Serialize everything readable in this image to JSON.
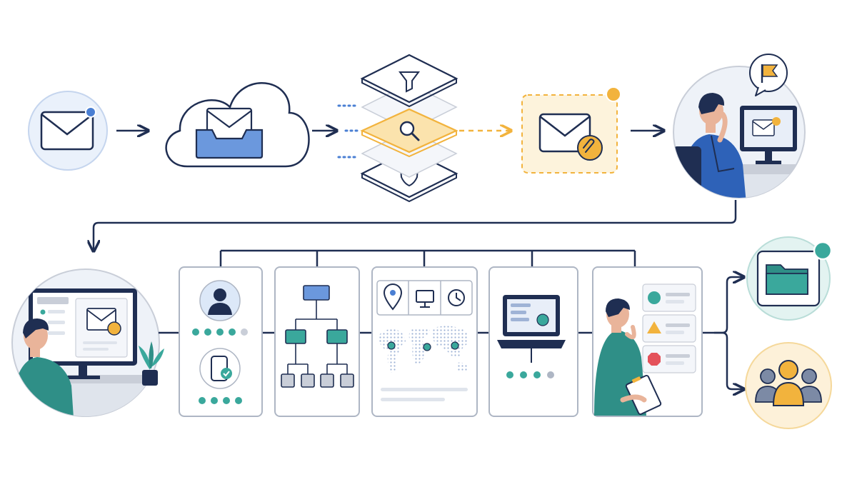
{
  "colors": {
    "navy": "#1f2e52",
    "blue": "#4a7fd3",
    "blue_light": "#dce8f8",
    "amber": "#f2b33d",
    "amber_light": "#fdf1d9",
    "teal": "#3aa89c",
    "teal_light": "#e3f3f1",
    "gray": "#c9ced8",
    "red": "#e4525a",
    "card_border": "#aeb6c4"
  },
  "diagram": {
    "type": "email-threat-triage-workflow",
    "row1": [
      {
        "id": "incoming-email",
        "icon": "envelope-icon",
        "badge": "notification-dot"
      },
      {
        "id": "cloud-mailbox",
        "icon": "inbox-tray-icon"
      },
      {
        "id": "filter-stack",
        "layers": [
          "funnel-icon",
          "magnifier-icon",
          "shield-icon"
        ]
      },
      {
        "id": "quarantined-email",
        "icon": "envelope-attachment-icon"
      },
      {
        "id": "analyst-review",
        "icon": "person-at-monitor-icon",
        "badge": "flag-icon"
      }
    ],
    "row2_cards": [
      {
        "id": "identity-check",
        "icons": [
          "user-avatar-icon",
          "mobile-verified-icon"
        ]
      },
      {
        "id": "org-hierarchy",
        "icons": [
          "org-chart-icon"
        ]
      },
      {
        "id": "context-map",
        "icons": [
          "location-pin-icon",
          "monitor-icon",
          "clock-icon",
          "world-map-icon"
        ]
      },
      {
        "id": "endpoint-device",
        "icons": [
          "laptop-icon"
        ]
      },
      {
        "id": "risk-assessment",
        "icons": [
          "person-with-clipboard-icon",
          "ok-status-icon",
          "warning-icon",
          "stop-icon"
        ]
      }
    ],
    "outcomes": [
      {
        "id": "archived",
        "icon": "folder-icon"
      },
      {
        "id": "escalated",
        "icon": "team-icon"
      }
    ]
  }
}
